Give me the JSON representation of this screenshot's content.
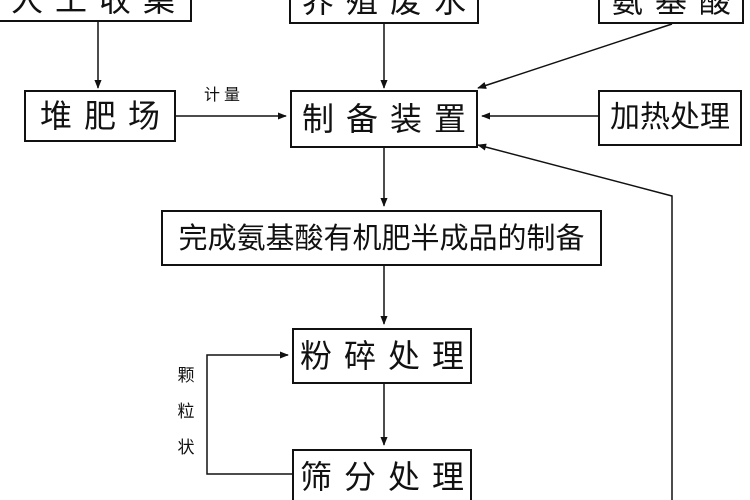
{
  "diagram": {
    "nodes": {
      "manual_collection": "人工收集",
      "breeding_wastewater": "养殖废水",
      "amino_acid": "氨基酸",
      "compost_yard": "堆肥场",
      "preparation_device": "制备装置",
      "heat_treatment": "加热处理",
      "semi_finished_prep": "完成氨基酸有机肥半成品的制备",
      "crushing_treatment": "粉碎处理",
      "screening_treatment": "筛分处理"
    },
    "edge_labels": {
      "metering": "计量",
      "granular": [
        "颗",
        "粒",
        "状"
      ]
    }
  }
}
